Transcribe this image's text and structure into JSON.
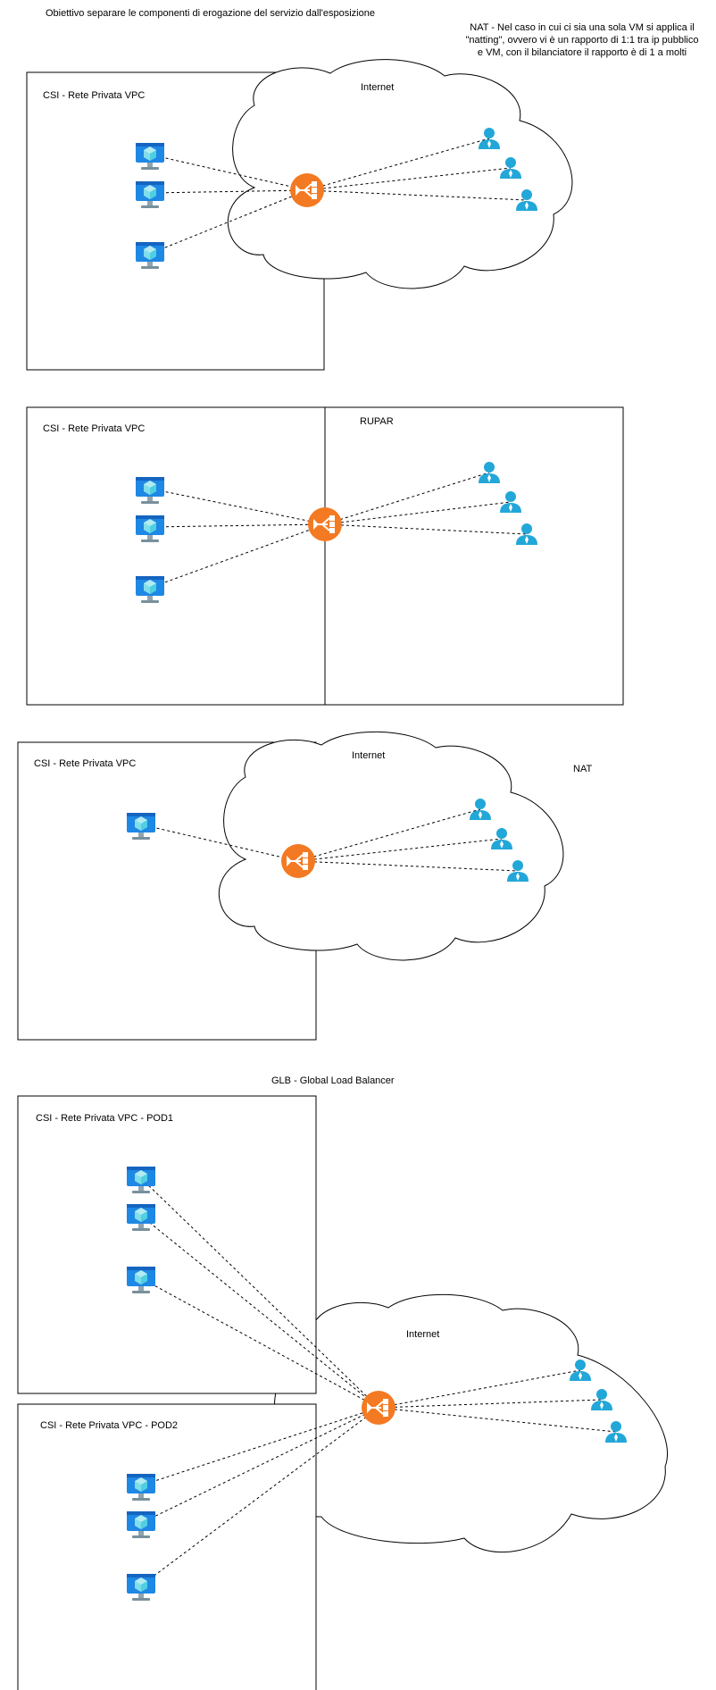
{
  "header": {
    "title": "Obiettivo separare le componenti di erogazione del servizio dall'esposizione",
    "nat_note": [
      "NAT - Nel caso in cui ci sia una sola VM si applica il",
      "\"natting\", ovvero vi è un rapporto di 1:1 tra ip pubblico",
      "e VM, con il bilanciatore il rapporto è di 1 a molti"
    ]
  },
  "diagram1": {
    "vpc_label": "CSI - Rete Privata VPC",
    "cloud_label": "Internet"
  },
  "diagram2": {
    "vpc_label": "CSI - Rete Privata VPC",
    "zone_label": "RUPAR"
  },
  "diagram3": {
    "vpc_label": "CSI - Rete Privata VPC",
    "cloud_label": "Internet",
    "side_label": "NAT"
  },
  "diagram4": {
    "title": "GLB - Global Load Balancer",
    "pod1_label": "CSI - Rete Privata VPC - POD1",
    "pod2_label": "CSI - Rete Privata VPC - POD2",
    "cloud_label": "Internet"
  },
  "colors": {
    "vm_blue": "#1e88e5",
    "vm_light": "#80deea",
    "lb_orange": "#f37a22",
    "user_teal": "#22a7d8"
  },
  "icons": {
    "vm": "virtual-machine-icon",
    "lb": "load-balancer-icon",
    "user": "user-icon"
  }
}
